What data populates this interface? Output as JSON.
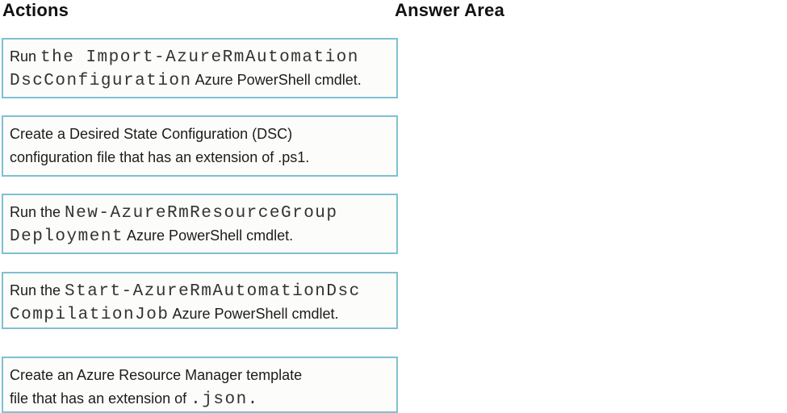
{
  "headers": {
    "actions": "Actions",
    "answer_area": "Answer Area"
  },
  "colors": {
    "box_border": "#7fc0d1",
    "box_background": "#fcfcfb",
    "body_text": "#1c1c1c",
    "mono_text": "#333333",
    "header_text": "#111111",
    "page_background": "#ffffff"
  },
  "actions": {
    "items": [
      {
        "full_text": "Run the Import-AzureRmAutomationDscConfiguration Azure PowerShell cmdlet.",
        "lines": [
          [
            {
              "font": "sans",
              "text": "Run "
            },
            {
              "font": "mono",
              "text": "the Import-AzureRmAutomation"
            }
          ],
          [
            {
              "font": "mono",
              "text": "DscConfiguration"
            },
            {
              "font": "sans",
              "text": " Azure PowerShell cmdlet."
            }
          ]
        ]
      },
      {
        "full_text": "Create a Desired State Configuration (DSC) configuration file that has an extension of .ps1.",
        "lines": [
          [
            {
              "font": "sans",
              "text": "Create a Desired State Configuration (DSC)"
            }
          ],
          [
            {
              "font": "sans",
              "text": "configuration file that has an extension of .ps1."
            }
          ]
        ]
      },
      {
        "full_text": "Run the New-AzureRmResourceGroupDeployment Azure PowerShell cmdlet.",
        "lines": [
          [
            {
              "font": "sans",
              "text": "Run the "
            },
            {
              "font": "mono",
              "text": "New-AzureRmResourceGroup"
            }
          ],
          [
            {
              "font": "mono",
              "text": "Deployment"
            },
            {
              "font": "sans",
              "text": " Azure PowerShell cmdlet."
            }
          ]
        ]
      },
      {
        "full_text": "Run the Start-AzureRmAutomationDscCompilationJob Azure PowerShell cmdlet.",
        "lines": [
          [
            {
              "font": "sans",
              "text": "Run the "
            },
            {
              "font": "mono",
              "text": "Start-AzureRmAutomationDsc"
            }
          ],
          [
            {
              "font": "mono",
              "text": "CompilationJob"
            },
            {
              "font": "sans",
              "text": " Azure PowerShell cmdlet."
            }
          ]
        ]
      },
      {
        "full_text": "Create an Azure Resource Manager template file that has an extension of .json.",
        "lines": [
          [
            {
              "font": "sans",
              "text": "Create an Azure Resource Manager template"
            }
          ],
          [
            {
              "font": "sans",
              "text": "file that has an extension of "
            },
            {
              "font": "mono",
              "text": ".json."
            }
          ]
        ]
      }
    ]
  }
}
